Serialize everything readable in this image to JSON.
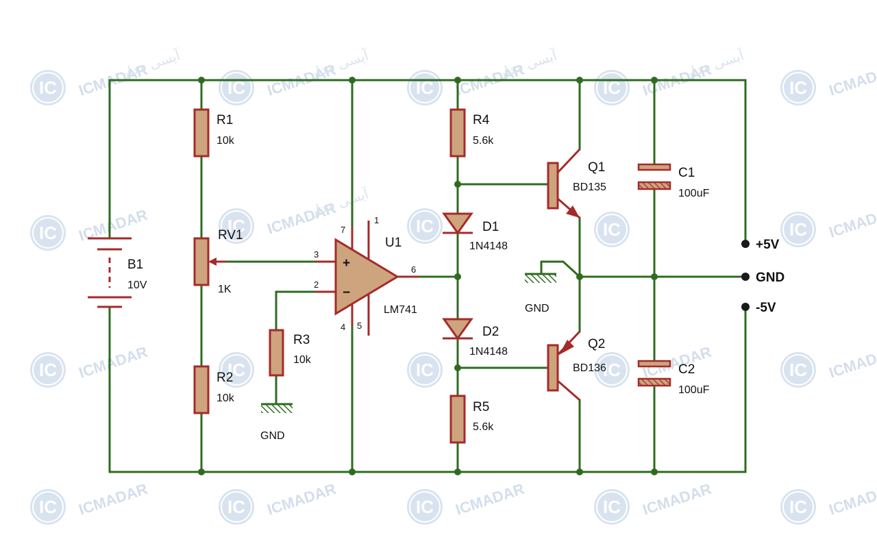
{
  "colors": {
    "wire": "#2e6b1f",
    "component": "#a52a2a",
    "component_fill": "#cda47d",
    "capacitor_fill": "#cda47d",
    "ground_hatch": "#2e6b1f",
    "watermark": "#d4e0ee"
  },
  "watermark": {
    "brand": "ICMADAR",
    "persian": "آیسی مدار",
    "logo": "IC"
  },
  "components": {
    "b1": {
      "ref": "B1",
      "value": "10V"
    },
    "r1": {
      "ref": "R1",
      "value": "10k"
    },
    "rv1": {
      "ref": "RV1",
      "value": "1K"
    },
    "r2": {
      "ref": "R2",
      "value": "10k"
    },
    "r3": {
      "ref": "R3",
      "value": "10k"
    },
    "u1": {
      "ref": "U1",
      "value": "LM741",
      "pins": {
        "p7": "7",
        "p1": "1",
        "p3": "3",
        "p2": "2",
        "p6": "6",
        "p4": "4",
        "p5": "5"
      },
      "plus": "+",
      "minus": "−"
    },
    "r4": {
      "ref": "R4",
      "value": "5.6k"
    },
    "r5": {
      "ref": "R5",
      "value": "5.6k"
    },
    "d1": {
      "ref": "D1",
      "value": "1N4148"
    },
    "d2": {
      "ref": "D2",
      "value": "1N4148"
    },
    "q1": {
      "ref": "Q1",
      "value": "BD135"
    },
    "q2": {
      "ref": "Q2",
      "value": "BD136"
    },
    "c1": {
      "ref": "C1",
      "value": "100uF"
    },
    "c2": {
      "ref": "C2",
      "value": "100uF"
    }
  },
  "grounds": {
    "r3_ground": "GND",
    "mid_ground": "GND"
  },
  "terminals": {
    "plus5": "+5V",
    "gnd": "GND",
    "minus5": "-5V"
  }
}
